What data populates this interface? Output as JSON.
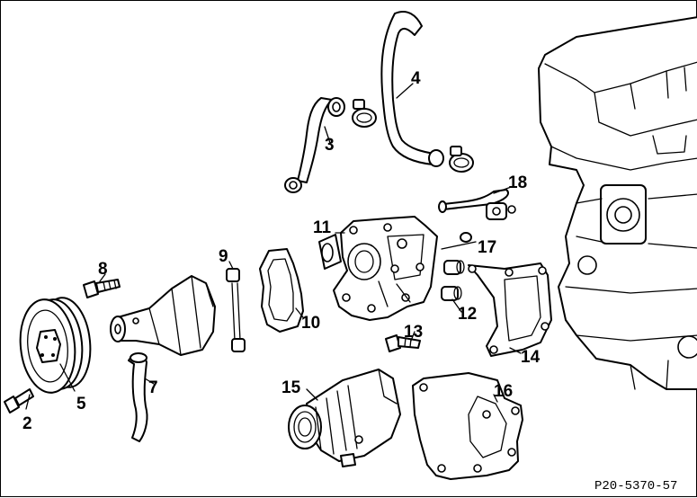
{
  "callouts": {
    "c2": "2",
    "c3": "3",
    "c4": "4",
    "c5": "5",
    "c7": "7",
    "c8": "8",
    "c9": "9",
    "c10": "10",
    "c11": "11",
    "c12": "12",
    "c13": "13",
    "c14": "14",
    "c15": "15",
    "c16": "16",
    "c17": "17",
    "c18": "18"
  },
  "figure_code": "P20-5370-57"
}
